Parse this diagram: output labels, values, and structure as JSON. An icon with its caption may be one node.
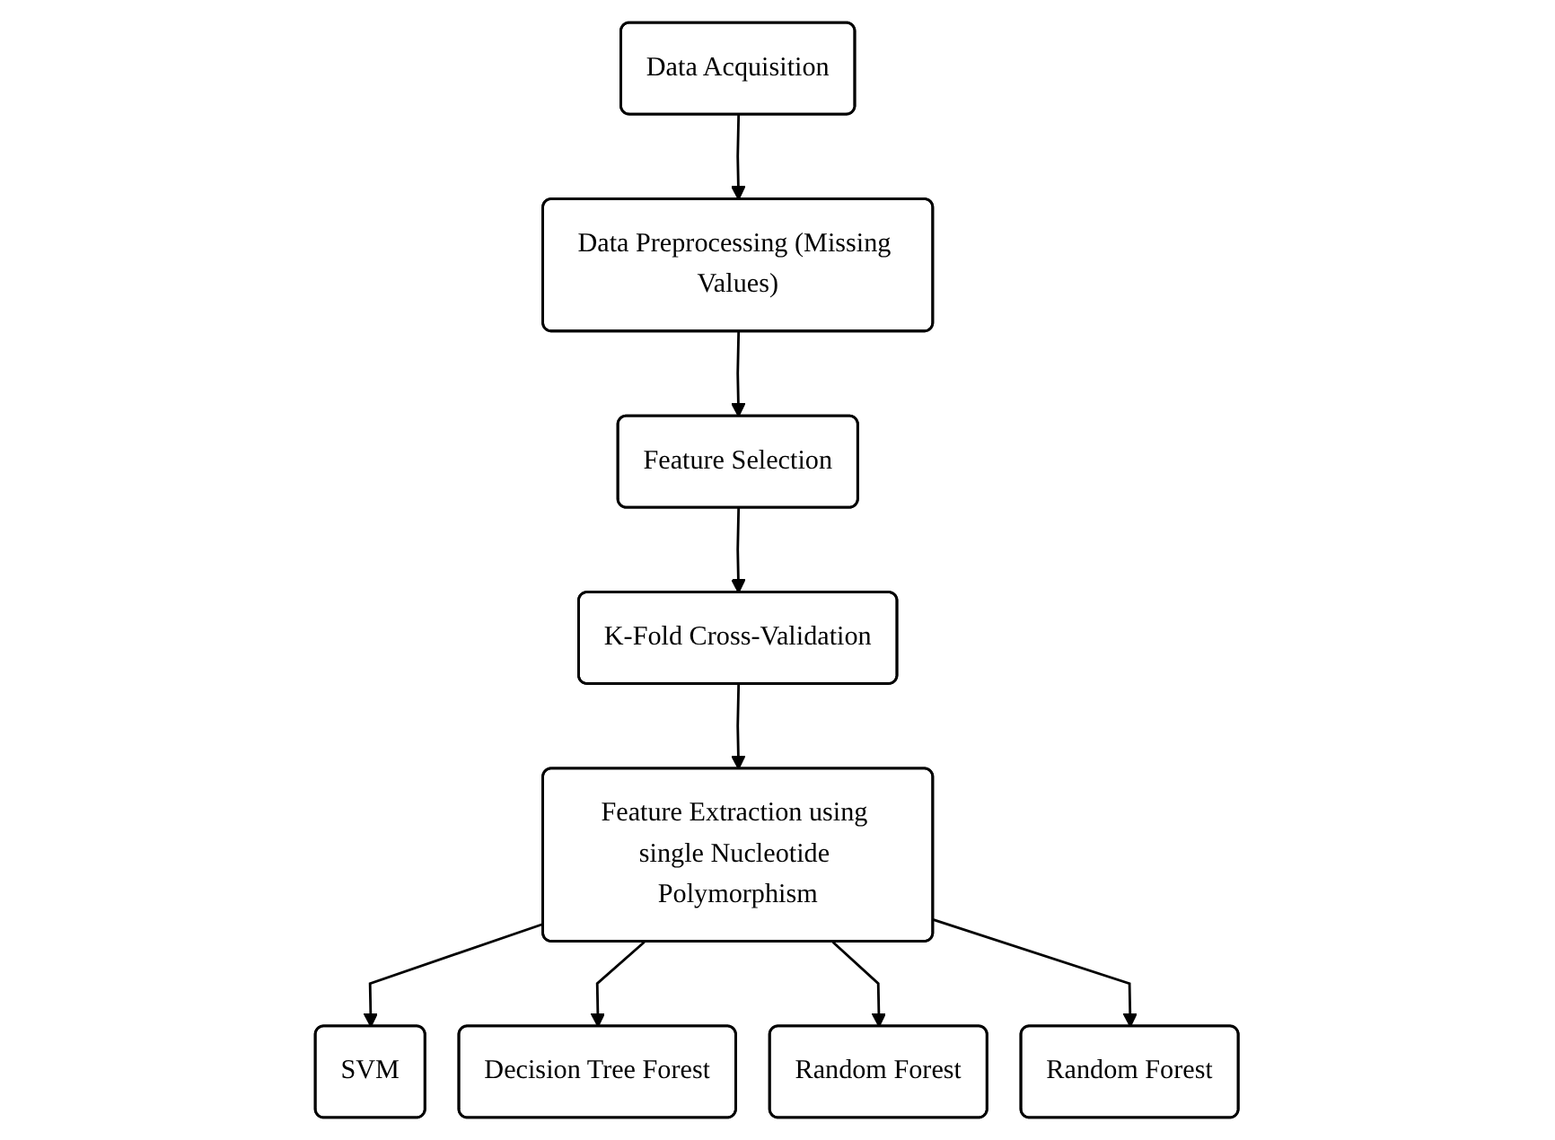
{
  "diagram": {
    "nodes": [
      {
        "text": [
          "Data Acquisition"
        ]
      },
      {
        "text": [
          "Data Preprocessing (Missing Values)"
        ]
      },
      {
        "text": [
          "Feature Selection"
        ]
      },
      {
        "text": [
          "K-Fold Cross-Validation"
        ]
      },
      {
        "text": [
          "Feature Extraction using single Nucleotide Polymorphism"
        ]
      },
      {
        "text": [
          "SVM"
        ]
      },
      {
        "text": [
          "Decision Tree Forest"
        ]
      },
      {
        "text": [
          "Random Forest"
        ]
      },
      {
        "text": [
          "Random Forest"
        ]
      }
    ],
    "edges": [
      {
        "from": 0,
        "to": 1,
        "arrow": "to"
      },
      {
        "from": 1,
        "to": 2,
        "arrow": "to"
      },
      {
        "from": 2,
        "to": 3,
        "arrow": "to"
      },
      {
        "from": 3,
        "to": 4,
        "arrow": "to"
      },
      {
        "from": 4,
        "to": 5,
        "arrow": "to"
      },
      {
        "from": 4,
        "to": 6,
        "arrow": "to"
      },
      {
        "from": 4,
        "to": 7,
        "arrow": "to"
      },
      {
        "from": 4,
        "to": 8,
        "arrow": "to"
      }
    ]
  }
}
